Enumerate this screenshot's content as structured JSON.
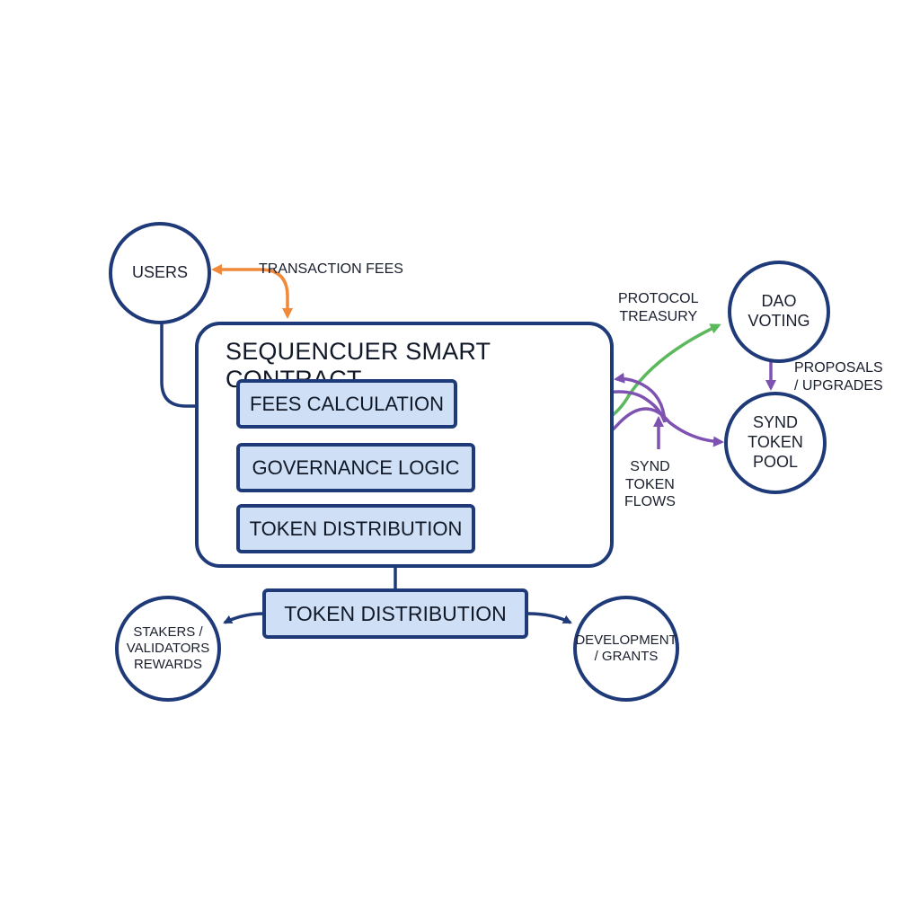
{
  "colors": {
    "navy": "#1f3a78",
    "fill": "#cfe0f6",
    "orange": "#f08a3a",
    "green": "#5cb85c",
    "purple": "#7e52b0"
  },
  "nodes": {
    "users": "USERS",
    "dao_voting": "DAO\nVOTING",
    "synd_token_pool": "SYND\nTOKEN\nPOOL",
    "stakers_validators_rewards": "STAKERS /\nVALIDATORS\nREWARDS",
    "development_grants": "DEVELOPMENT\n/ GRANTS"
  },
  "contract": {
    "title": "SEQUENCUER SMART CONTRACT",
    "modules": {
      "fees_calculation": "FEES CALCULATION",
      "governance_logic": "GOVERNANCE LOGIC",
      "token_distribution": "TOKEN DISTRIBUTION"
    }
  },
  "token_distribution_box": "TOKEN DISTRIBUTION",
  "labels": {
    "transaction_fees": "TRANSACTION FEES",
    "protocol_treasury": "PROTOCOL\nTREASURY",
    "proposals_upgrades": "PROPOSALS\n/ UPGRADES",
    "synd_token_flows": "SYND\nTOKEN\nFLOWS"
  }
}
